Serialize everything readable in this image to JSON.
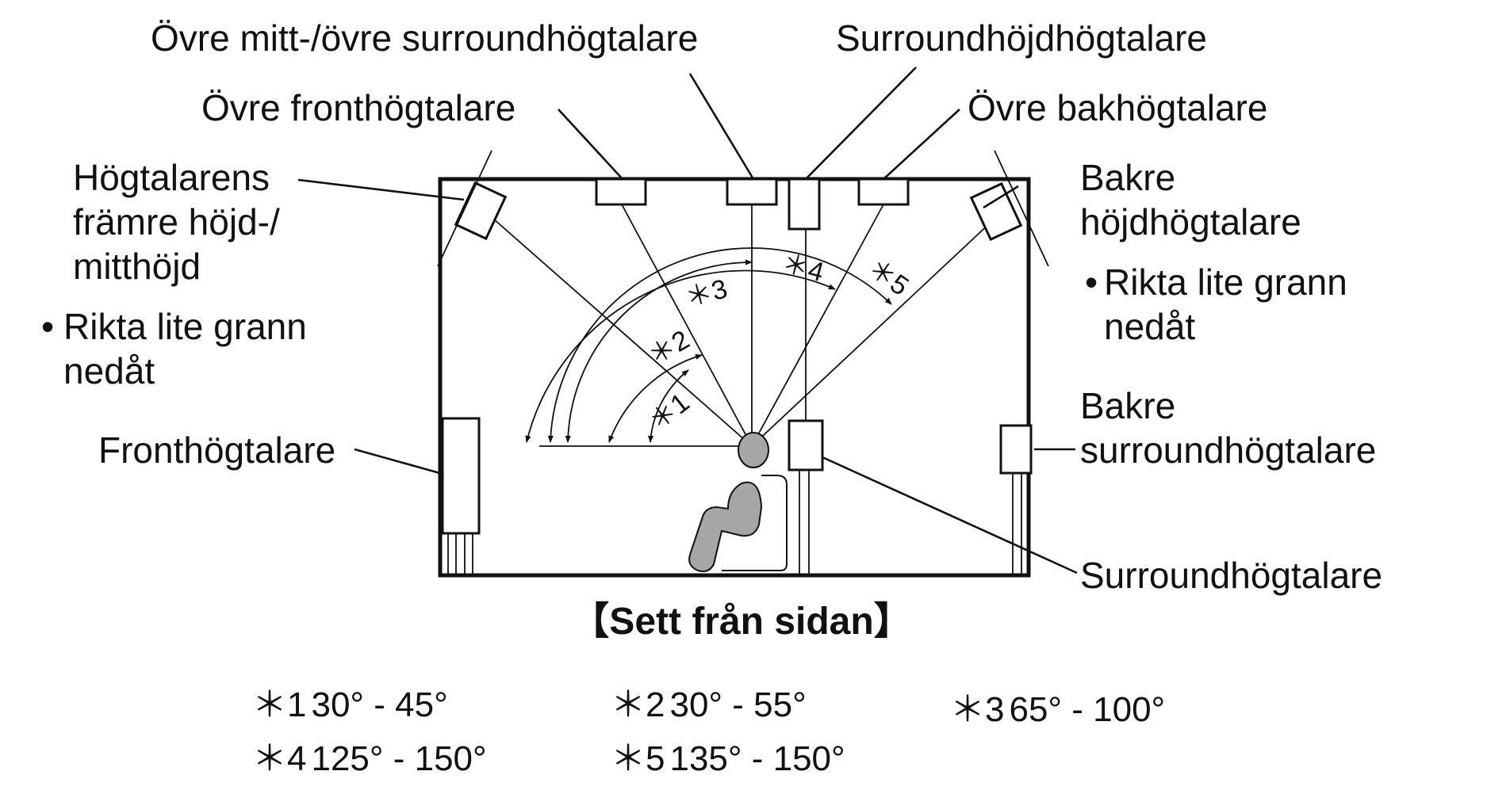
{
  "labels": {
    "top_middle": "Övre mitt-/övre surroundhögtalare",
    "surround_height": "Surroundhöjdhögtalare",
    "top_front": "Övre fronthögtalare",
    "top_rear": "Övre bakhögtalare",
    "front_height": [
      "Högtalarens",
      "främre höjd-/",
      "mitthöjd"
    ],
    "front_height_note": [
      "Rikta lite grann",
      "nedåt"
    ],
    "rear_height": [
      "Bakre",
      "höjdhögtalare"
    ],
    "rear_height_note": [
      "Rikta lite grann",
      "nedåt"
    ],
    "front": "Fronthögtalare",
    "surround_back": [
      "Bakre",
      "surroundhögtalare"
    ],
    "surround": "Surroundhögtalare",
    "bullet": "•"
  },
  "caption": "【Sett från sidan】",
  "angle_marks": [
    "＊1",
    "＊2",
    "＊3",
    "＊4",
    "＊5"
  ],
  "legend": [
    {
      "mark": "＊1",
      "range": "30° - 45°"
    },
    {
      "mark": "＊2",
      "range": "30° - 55°"
    },
    {
      "mark": "＊3",
      "range": "65° - 100°"
    },
    {
      "mark": "＊4",
      "range": "125° - 150°"
    },
    {
      "mark": "＊5",
      "range": "135° - 150°"
    }
  ],
  "colors": {
    "line": "#111111",
    "listener": "#a6a6a6",
    "background": "#ffffff"
  }
}
